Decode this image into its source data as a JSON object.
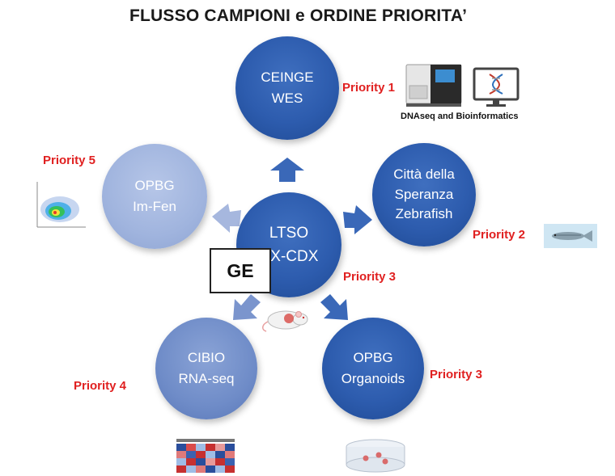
{
  "title": "FLUSSO CAMPIONI e ORDINE PRIORITA’",
  "center": {
    "line1": "LTSO",
    "line2": "DX-CDX"
  },
  "nodes": {
    "ceinge": {
      "line1": "CEINGE",
      "line2": "WES",
      "priority": "Priority 1"
    },
    "citta": {
      "line1": "Città della",
      "line2": "Speranza",
      "line3": "Zebrafish",
      "priority": "Priority 2"
    },
    "organoids": {
      "line1": "OPBG",
      "line2": "Organoids",
      "priority": "Priority 3"
    },
    "cibio": {
      "line1": "CIBIO",
      "line2": "RNA-seq",
      "priority": "Priority 4"
    },
    "imfen": {
      "line1": "OPBG",
      "line2": "Im-Fen",
      "priority": "Priority 5"
    }
  },
  "center_priority": "Priority 3",
  "ge_label": "GE",
  "dnaseq_caption": "DNAseq and Bioinformatics",
  "colors": {
    "dark_blue": "#2d5cae",
    "mid_blue": "#6f8cc8",
    "light_blue": "#a0b4de",
    "priority_red": "#e02020"
  },
  "icons": [
    "sequencer-icon",
    "dna-monitor-icon",
    "zebrafish-icon",
    "flow-cytometry-icon",
    "mouse-icon",
    "heatmap-icon",
    "petri-dish-icon"
  ]
}
